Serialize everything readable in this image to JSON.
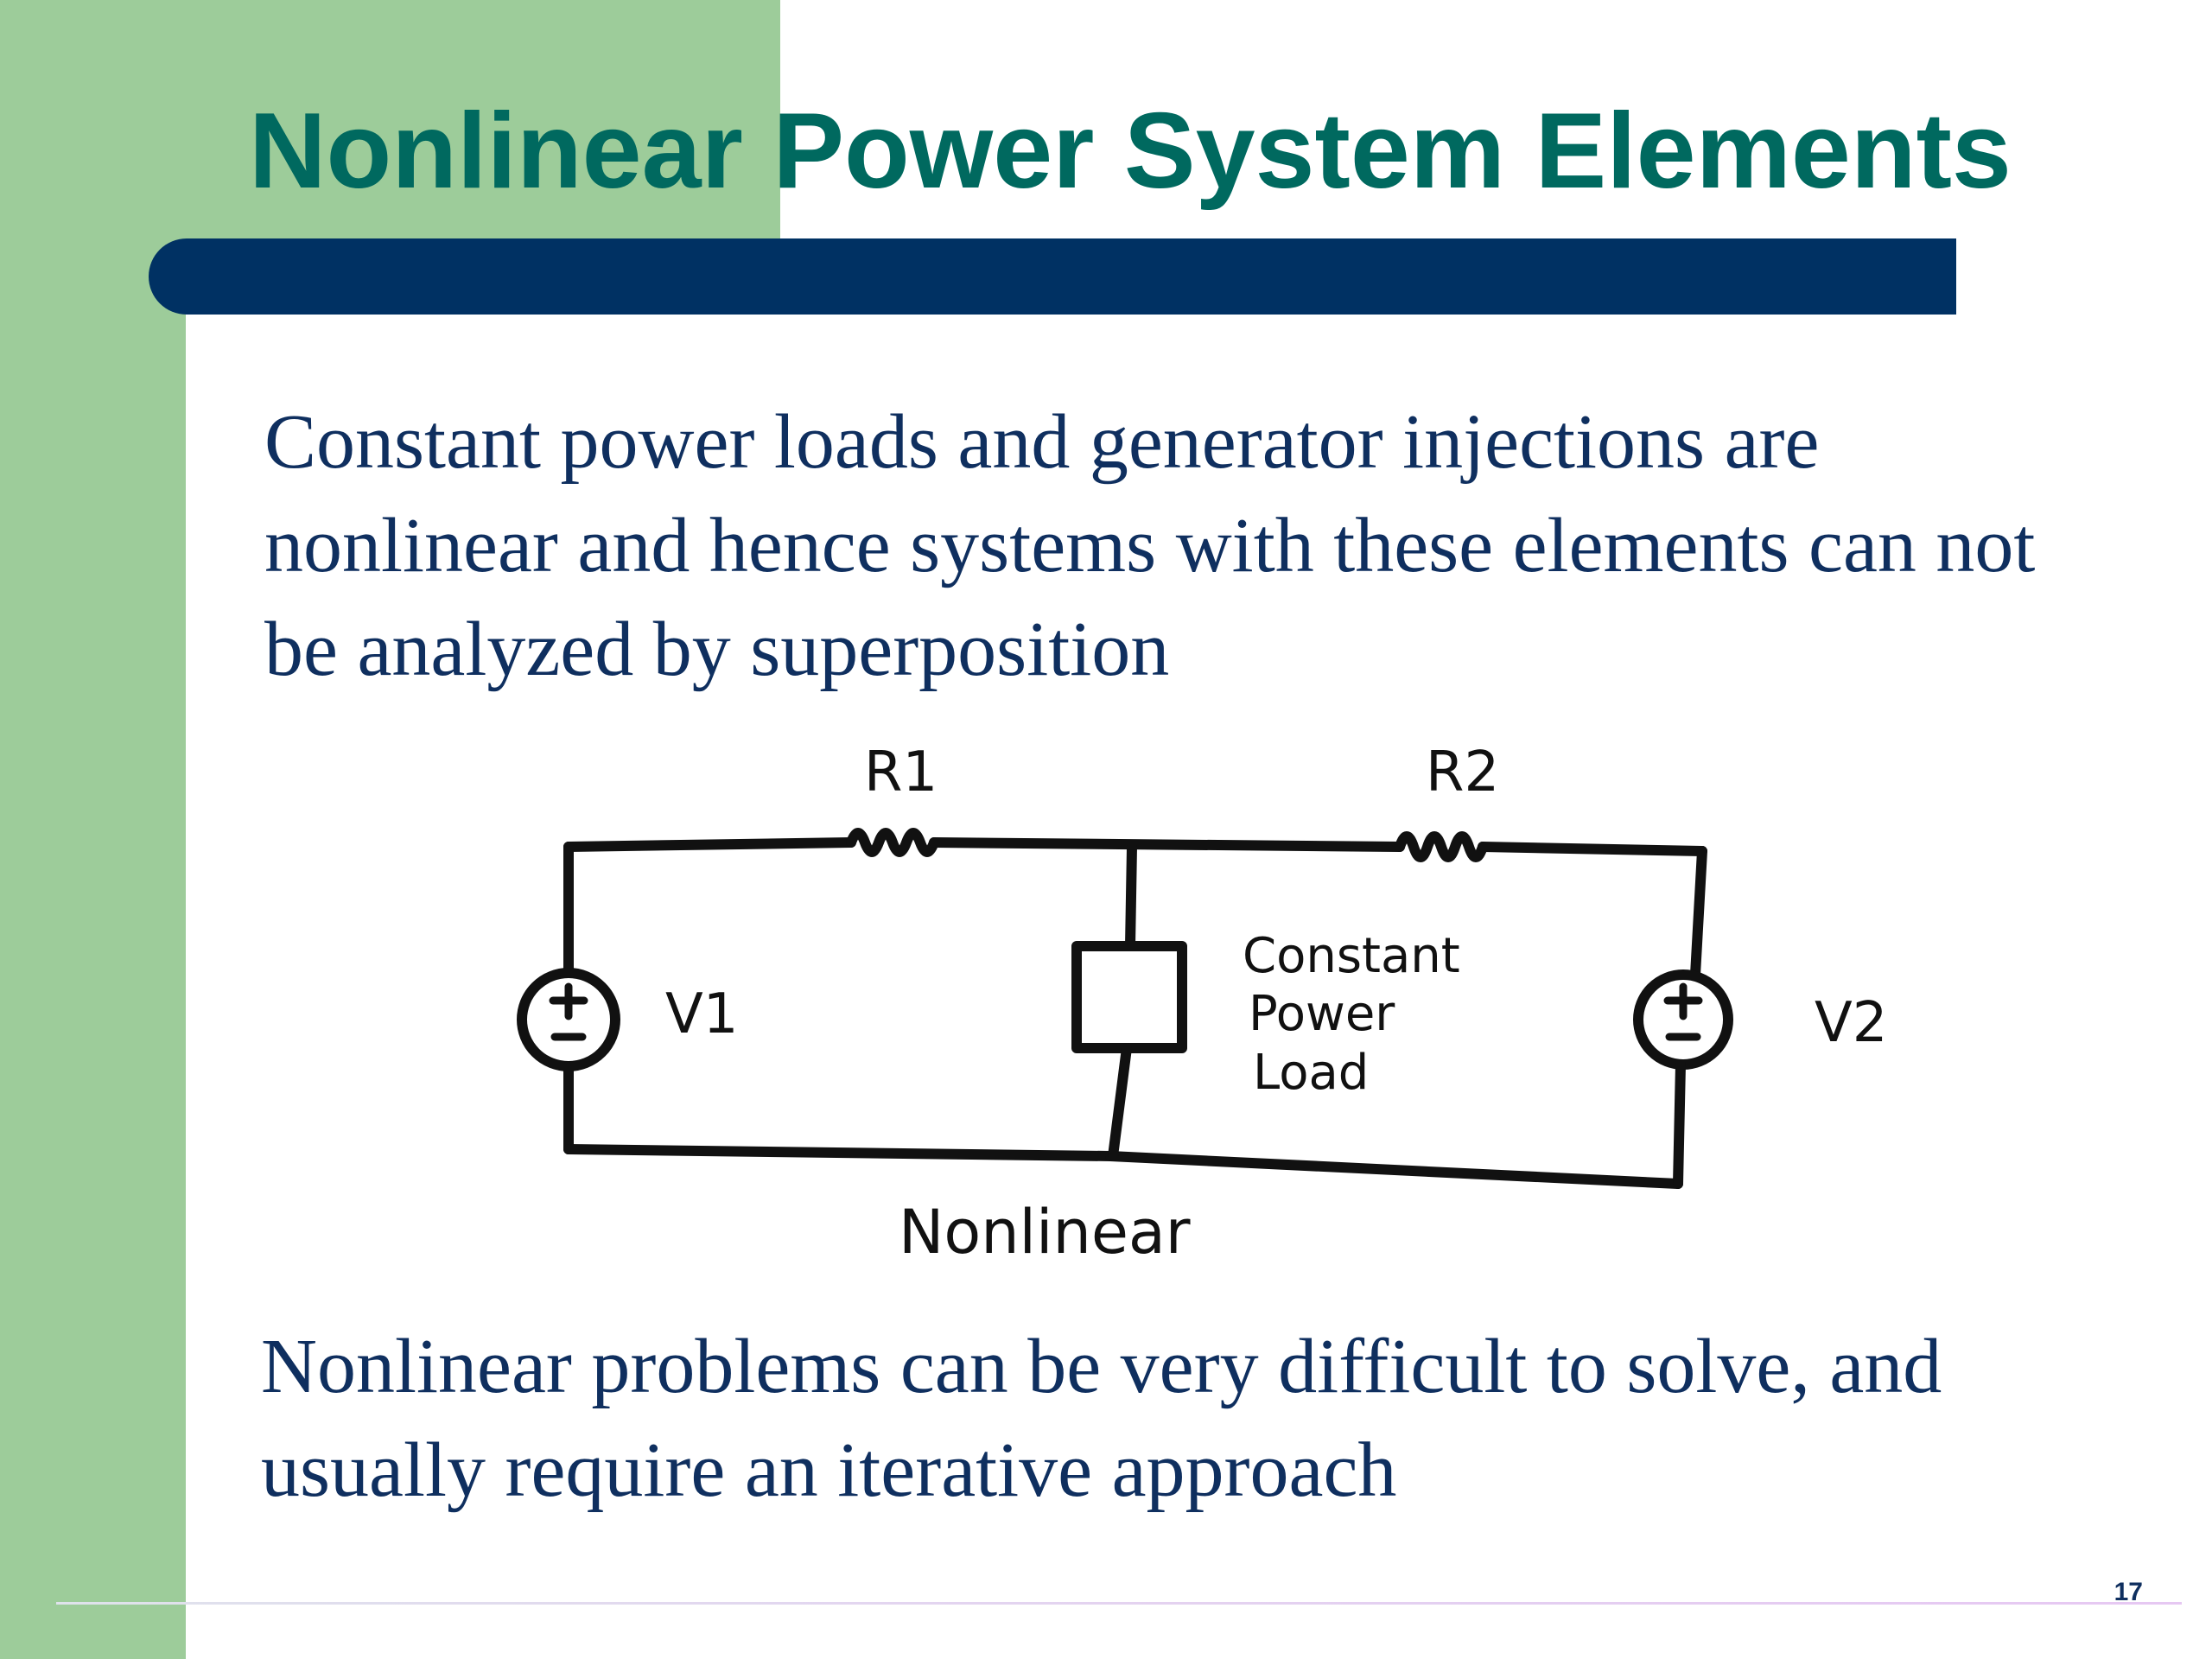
{
  "slide": {
    "title": "Nonlinear Power System Elements",
    "paragraph_1": "Constant power loads and generator injections are nonlinear and hence systems with these elements can not be analyzed by superposition",
    "paragraph_2": "Nonlinear problems can be very difficult to solve, and usually require an iterative approach",
    "page_number": "17"
  },
  "circuit": {
    "resistor_1": "R1",
    "resistor_2": "R2",
    "source_1": "V1",
    "source_2": "V2",
    "load_line_1": "Constant",
    "load_line_2": "Power",
    "load_line_3": "Load",
    "caption": "Nonlinear"
  },
  "colors": {
    "title": "#00695f",
    "title_bar": "#003163",
    "sidebar_green": "#9dcc9a",
    "body_text": "#0f2f5f"
  }
}
